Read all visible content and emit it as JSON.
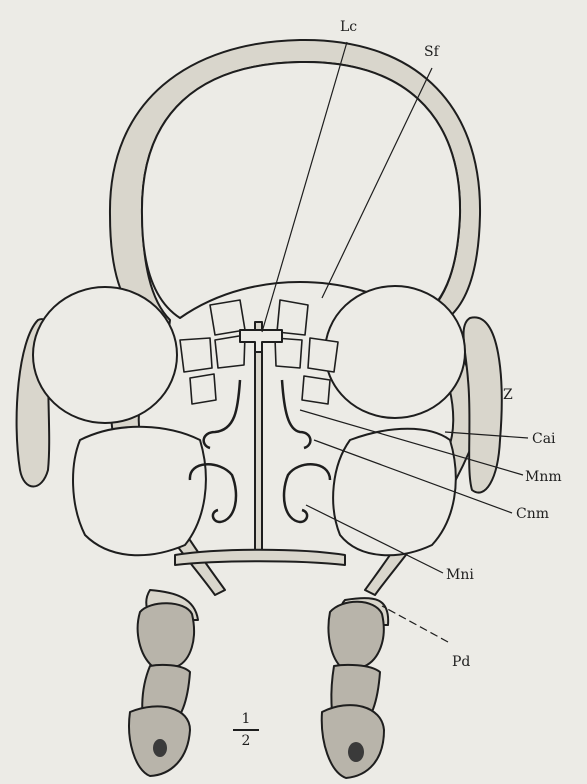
{
  "figure": {
    "labels": {
      "lc": "Lc",
      "sf": "Sf",
      "z": "Z",
      "cai": "Cai",
      "mnm": "Mnm",
      "cnm": "Cnm",
      "mni": "Mni",
      "pd": "Pd"
    },
    "scale": {
      "numerator": "1",
      "denominator": "2"
    }
  },
  "colors": {
    "ink": "#1e1e1e",
    "bone": "#d9d6cc",
    "tooth": "#b8b4aa",
    "paper": "#ecebe6"
  }
}
